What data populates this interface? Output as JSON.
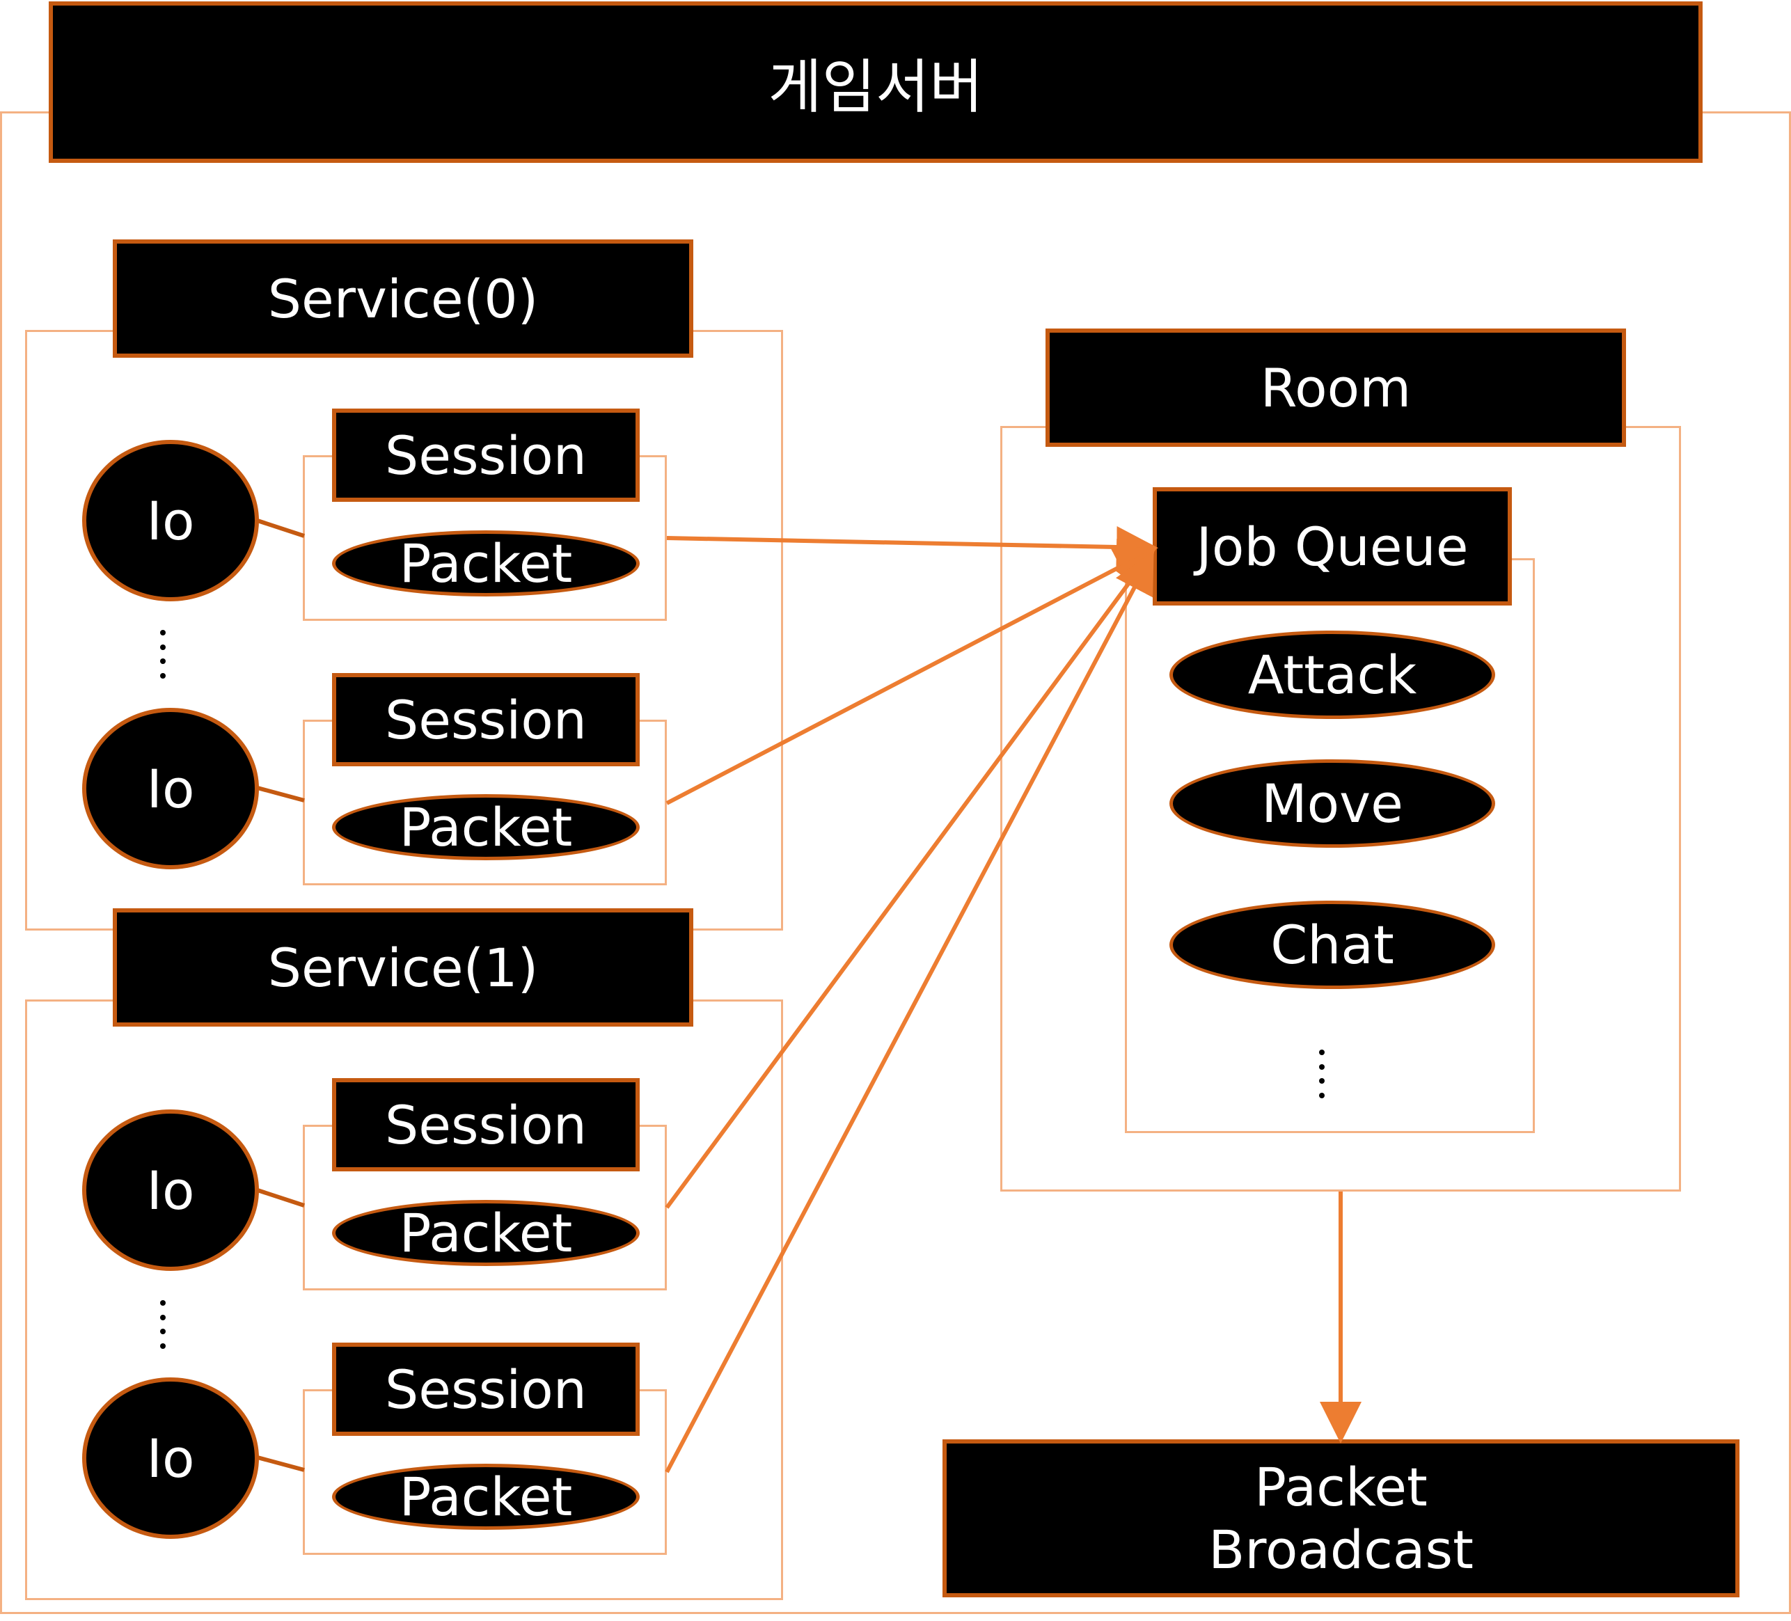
{
  "server": {
    "title": "게임서버"
  },
  "service0": {
    "title": "Service(0)",
    "sessions": [
      {
        "io": "Io",
        "session": "Session",
        "packet": "Packet"
      },
      {
        "io": "Io",
        "session": "Session",
        "packet": "Packet"
      }
    ]
  },
  "service1": {
    "title": "Service(1)",
    "sessions": [
      {
        "io": "Io",
        "session": "Session",
        "packet": "Packet"
      },
      {
        "io": "Io",
        "session": "Session",
        "packet": "Packet"
      }
    ]
  },
  "room": {
    "title": "Room",
    "job_queue": {
      "title": "Job Queue",
      "jobs": [
        "Attack",
        "Move",
        "Chat"
      ]
    }
  },
  "broadcast": {
    "line1": "Packet",
    "line2": "Broadcast"
  },
  "colors": {
    "accent": "#c55a11",
    "arrow": "#ed7d31",
    "frame": "#f4b183",
    "box": "#000000",
    "text": "#ffffff"
  }
}
